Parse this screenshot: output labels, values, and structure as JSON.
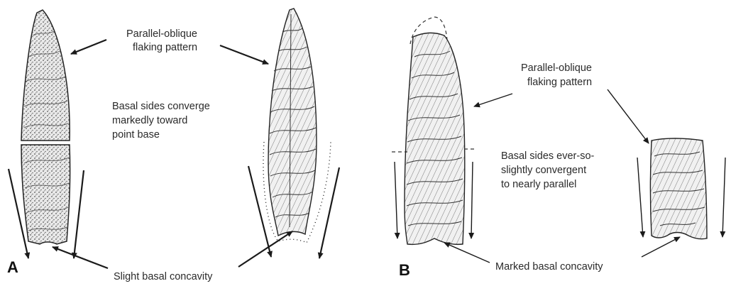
{
  "panels": [
    {
      "letter": "A",
      "labels": {
        "flaking": [
          "Parallel-oblique",
          "flaking pattern"
        ],
        "basal_sides": [
          "Basal sides converge",
          "markedly toward",
          "point base"
        ],
        "concavity": [
          "Slight basal concavity"
        ]
      }
    },
    {
      "letter": "B",
      "labels": {
        "flaking": [
          "Parallel-oblique",
          "flaking pattern"
        ],
        "basal_sides": [
          "Basal sides ever-so-",
          "slightly convergent",
          "to nearly parallel"
        ],
        "concavity": [
          "Marked basal concavity"
        ]
      }
    }
  ],
  "colors": {
    "ink": "#1a1a1a",
    "stipple": "#555555",
    "label": "#2a2a2a"
  }
}
